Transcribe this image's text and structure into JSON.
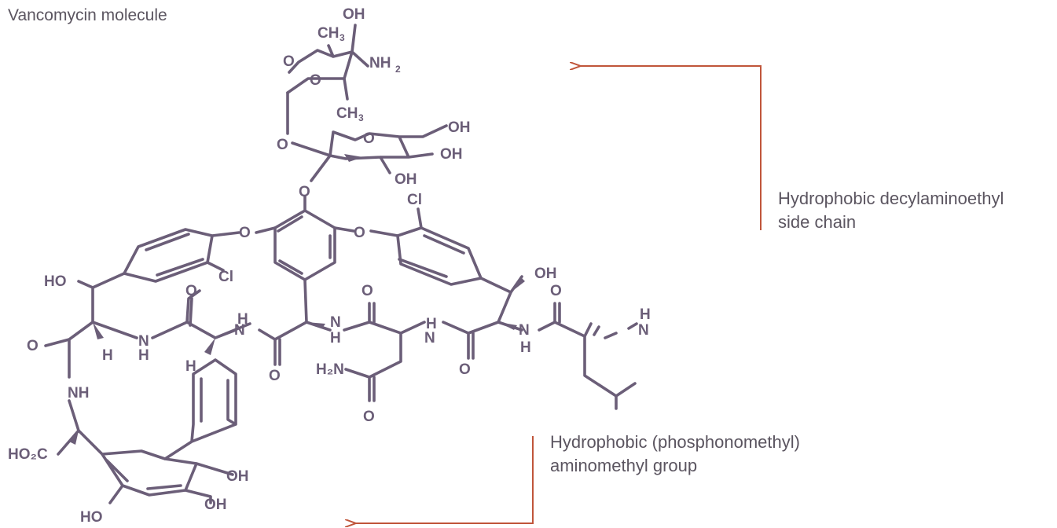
{
  "title": "Vancomycin molecule",
  "callouts": [
    {
      "line1": "Hydrophobic decylaminoethyl",
      "line2": "side chain"
    },
    {
      "line1": "Hydrophobic (phosphonomethyl)",
      "line2": "aminomethyl group"
    }
  ],
  "colors": {
    "bond": "#6b5e78",
    "arrow": "#c0553a",
    "text": "#5b5560"
  },
  "atoms": {
    "oh": "OH",
    "ch3": "CH",
    "three": "3",
    "nh2": "NH",
    "two": "2",
    "o": "O",
    "cl": "Cl",
    "ho": "HO",
    "nh": "NH",
    "h": "H",
    "n": "N",
    "h2n": "H₂N",
    "ho2c": "HO₂C"
  }
}
